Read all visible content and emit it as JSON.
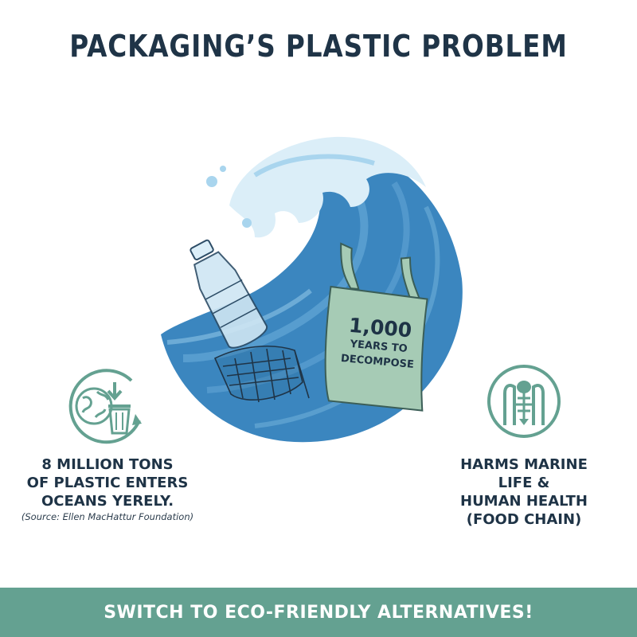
{
  "header": {
    "title": "PACKAGING’S PLASTIC PROBLEM"
  },
  "center": {
    "bag_number": "1,000",
    "bag_line1": "YEARS TO",
    "bag_line2": "DECOMPOSE"
  },
  "left": {
    "line1": "8 MILLION TONS",
    "line2": "OF PLASTIC ENTERS",
    "line3": "OCEANS YERELY.",
    "source": "(Source: Ellen MacHattur Foundation)",
    "icon": "globe-recycle-trash-icon"
  },
  "right": {
    "line1": "HARMS MARINE",
    "line2": "LIFE &",
    "line3": "HUMAN HEALTH",
    "line4": "(FOOD CHAIN)",
    "icon": "fish-skeleton-icon"
  },
  "footer": {
    "cta": "SWITCH TO ECO-FRIENDLY ALTERNATIVES!"
  },
  "colors": {
    "navy": "#1f3447",
    "ocean": "#3b86bf",
    "ocean_light": "#7fbde0",
    "foam": "#dbeef8",
    "teal": "#64a191",
    "bag": "#a6cbb5"
  }
}
